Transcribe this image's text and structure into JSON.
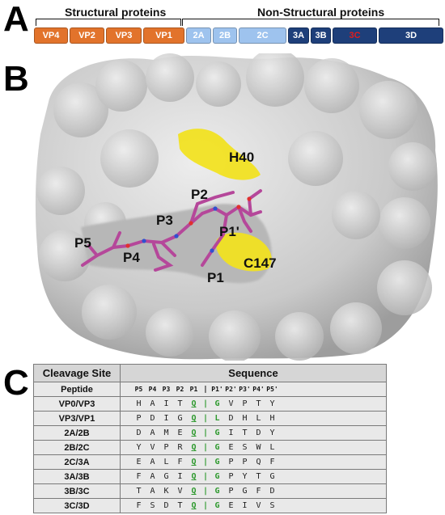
{
  "panels": {
    "a": "A",
    "b": "B",
    "c": "C"
  },
  "panel_a": {
    "structural_label": "Structural proteins",
    "nonstructural_label": "Non-Structural proteins",
    "segments": [
      {
        "label": "VP4",
        "kind": "struct",
        "color": "#e2732b"
      },
      {
        "label": "VP2",
        "kind": "struct",
        "color": "#e2732b"
      },
      {
        "label": "VP3",
        "kind": "struct",
        "color": "#e2732b"
      },
      {
        "label": "VP1",
        "kind": "struct",
        "color": "#e2732b"
      },
      {
        "label": "2A",
        "kind": "light",
        "color": "#9ec3ee"
      },
      {
        "label": "2B",
        "kind": "light",
        "color": "#9ec3ee"
      },
      {
        "label": "2C",
        "kind": "light",
        "color": "#9ec3ee"
      },
      {
        "label": "3A",
        "kind": "dark",
        "color": "#1e3f7a"
      },
      {
        "label": "3B",
        "kind": "dark",
        "color": "#1e3f7a"
      },
      {
        "label": "3C",
        "kind": "dark",
        "color": "#1e3f7a",
        "text_color": "#e11c1c"
      },
      {
        "label": "3D",
        "kind": "dark",
        "color": "#1e3f7a"
      }
    ]
  },
  "panel_b": {
    "labels": {
      "h40": "H40",
      "p2": "P2",
      "p3": "P3",
      "p1prime": "P1'",
      "p5": "P5",
      "p4": "P4",
      "c147": "C147",
      "p1": "P1"
    },
    "colors": {
      "surface": "#d2d2d2",
      "active_site": "#f2e21c",
      "ligand": "#b5479a"
    }
  },
  "panel_c": {
    "header_site": "Cleavage Site",
    "header_sequence": "Sequence",
    "subheader_site": "Peptide",
    "subheader_positions_left": [
      "P5",
      "P4",
      "P3",
      "P2",
      "P1"
    ],
    "subheader_separator": "|",
    "subheader_positions_right": [
      "P1'",
      "P2'",
      "P3'",
      "P4'",
      "P5'"
    ],
    "rows": [
      {
        "site": "VP0/VP3",
        "left": [
          "H",
          "A",
          "I",
          "T",
          "Q"
        ],
        "right": [
          "G",
          "V",
          "P",
          "T",
          "Y"
        ]
      },
      {
        "site": "VP3/VP1",
        "left": [
          "P",
          "D",
          "I",
          "G",
          "Q"
        ],
        "right": [
          "L",
          "D",
          "H",
          "L",
          "H"
        ]
      },
      {
        "site": "2A/2B",
        "left": [
          "D",
          "A",
          "M",
          "E",
          "Q"
        ],
        "right": [
          "G",
          "I",
          "T",
          "D",
          "Y"
        ]
      },
      {
        "site": "2B/2C",
        "left": [
          "Y",
          "V",
          "P",
          "R",
          "Q"
        ],
        "right": [
          "G",
          "E",
          "S",
          "W",
          "L"
        ]
      },
      {
        "site": "2C/3A",
        "left": [
          "E",
          "A",
          "L",
          "F",
          "Q"
        ],
        "right": [
          "G",
          "P",
          "P",
          "Q",
          "F"
        ]
      },
      {
        "site": "3A/3B",
        "left": [
          "F",
          "A",
          "G",
          "I",
          "Q"
        ],
        "right": [
          "G",
          "P",
          "Y",
          "T",
          "G"
        ]
      },
      {
        "site": "3B/3C",
        "left": [
          "T",
          "A",
          "K",
          "V",
          "Q"
        ],
        "right": [
          "G",
          "P",
          "G",
          "F",
          "D"
        ]
      },
      {
        "site": "3C/3D",
        "left": [
          "F",
          "S",
          "D",
          "T",
          "Q"
        ],
        "right": [
          "G",
          "E",
          "I",
          "V",
          "S"
        ]
      }
    ]
  }
}
